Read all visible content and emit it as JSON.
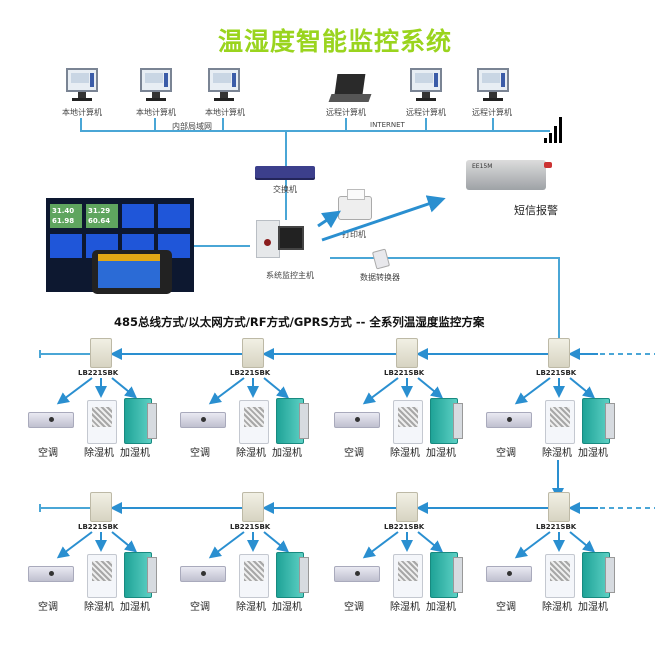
{
  "title": "温湿度智能监控系统",
  "colors": {
    "title": "#9ad41e",
    "link_line": "#4aa6d6",
    "arrow": "#2a8fd0"
  },
  "network": {
    "local_computers": [
      {
        "label": "本地计算机",
        "icon": "monitor-icon"
      },
      {
        "label": "本地计算机",
        "icon": "monitor-icon"
      },
      {
        "label": "本地计算机",
        "icon": "monitor-icon"
      }
    ],
    "local_network_label": "内部局域网",
    "remote_computers": [
      {
        "label": "远程计算机",
        "icon": "laptop-icon"
      },
      {
        "label": "远程计算机",
        "icon": "monitor-icon"
      },
      {
        "label": "远程计算机",
        "icon": "monitor-icon"
      }
    ],
    "internet_label": "INTERNET",
    "switch_label": "交换机",
    "host_label": "系统监控主机",
    "printer_label": "打印机",
    "converter_label": "数据转换器",
    "sms_label": "短信报警",
    "modem_brand": "EE15M"
  },
  "dashboard": {
    "cells": [
      {
        "line1": "31.40",
        "line2": "61.98"
      },
      {
        "line1": "31.29",
        "line2": "60.64"
      }
    ]
  },
  "subtitle": "485总线方式/以太网方式/RF方式/GPRS方式  -- 全系列温湿度监控方案",
  "stations": {
    "rows": [
      {
        "units": [
          {
            "model": "LB221SBK",
            "devices": [
              "空调",
              "除湿机",
              "加湿机"
            ]
          },
          {
            "model": "LB221SBK",
            "devices": [
              "空调",
              "除湿机",
              "加湿机"
            ]
          },
          {
            "model": "LB221SBK",
            "devices": [
              "空调",
              "除湿机",
              "加湿机"
            ]
          },
          {
            "model": "LB221SBK",
            "devices": [
              "空调",
              "除湿机",
              "加湿机"
            ]
          }
        ]
      },
      {
        "units": [
          {
            "model": "LB221SBK",
            "devices": [
              "空调",
              "除湿机",
              "加湿机"
            ]
          },
          {
            "model": "LB221SBK",
            "devices": [
              "空调",
              "除湿机",
              "加湿机"
            ]
          },
          {
            "model": "LB221SBK",
            "devices": [
              "空调",
              "除湿机",
              "加湿机"
            ]
          },
          {
            "model": "LB221SBK",
            "devices": [
              "空调",
              "除湿机",
              "加湿机"
            ]
          }
        ]
      }
    ]
  }
}
